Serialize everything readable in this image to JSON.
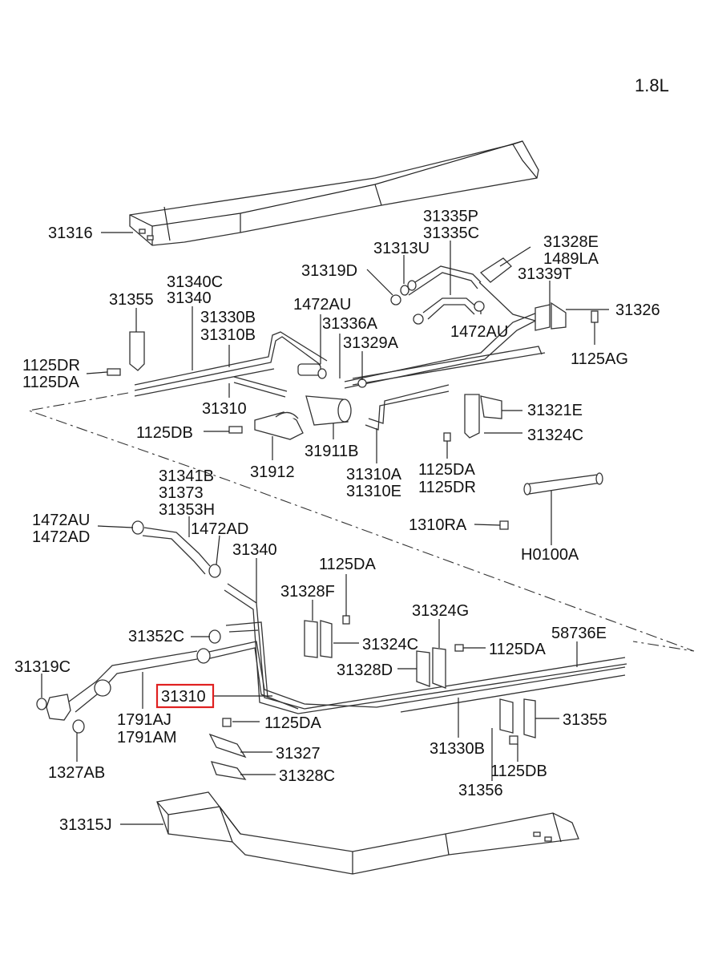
{
  "engine_label": "1.8L",
  "highlighted_part": "31310",
  "labels": {
    "l31316": "31316",
    "l31335P": "31335P",
    "l31335C": "31335C",
    "l31313U": "31313U",
    "l31328E": "31328E",
    "l1489LA": "1489LA",
    "l31339T": "31339T",
    "l31319D": "31319D",
    "l31340C": "31340C",
    "l31340": "31340",
    "l31355a": "31355",
    "l31330B": "31330B",
    "l31310B": "31310B",
    "l1472AUa": "1472AU",
    "l31336A": "31336A",
    "l31329A": "31329A",
    "l1472AUb": "1472AU",
    "l31326": "31326",
    "l1125AG": "1125AG",
    "l1125DRa": "1125DR",
    "l1125DAa": "1125DA",
    "l31310a": "31310",
    "l31321E": "31321E",
    "l31324Ca": "31324C",
    "l1125DBa": "1125DB",
    "l31912": "31912",
    "l31911B": "31911B",
    "l31310A": "31310A",
    "l31310E": "31310E",
    "l1125DAb": "1125DA",
    "l1125DRb": "1125DR",
    "l31341B": "31341B",
    "l31373": "31373",
    "l31353H": "31353H",
    "l1472AUc": "1472AU",
    "l1472ADa": "1472AD",
    "l1472ADb": "1472AD",
    "l1310RA": "1310RA",
    "lH0100A": "H0100A",
    "l31340b": "31340",
    "l1125DAc": "1125DA",
    "l31328F": "31328F",
    "l31324G": "31324G",
    "l31352C": "31352C",
    "l31324Cb": "31324C",
    "l1125DAd": "1125DA",
    "l58736E": "58736E",
    "l31319C": "31319C",
    "l31328D": "31328D",
    "l31310hl": "31310",
    "l1791AJ": "1791AJ",
    "l1791AM": "1791AM",
    "l1125DAe": "1125DA",
    "l31355b": "31355",
    "l31330Bb": "31330B",
    "l31327": "31327",
    "l1125DBb": "1125DB",
    "l1327AB": "1327AB",
    "l31328C": "31328C",
    "l31356": "31356",
    "l31315J": "31315J"
  }
}
